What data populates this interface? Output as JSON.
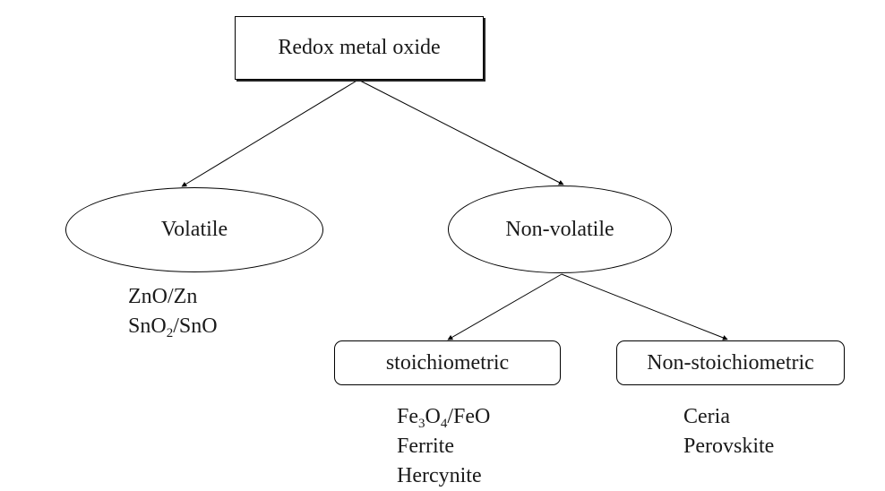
{
  "root": {
    "label": "Redox metal oxide"
  },
  "branches": [
    {
      "label": "Volatile",
      "examples": [
        [
          {
            "t": "ZnO/Zn"
          }
        ],
        [
          {
            "t": "SnO"
          },
          {
            "t": "2",
            "sub": true
          },
          {
            "t": "/SnO"
          }
        ]
      ]
    },
    {
      "label": "Non-volatile"
    }
  ],
  "sub_branches": [
    {
      "label": "stoichiometric",
      "examples": [
        [
          {
            "t": "Fe"
          },
          {
            "t": "3",
            "sub": true
          },
          {
            "t": "O"
          },
          {
            "t": "4",
            "sub": true
          },
          {
            "t": "/FeO"
          }
        ],
        [
          {
            "t": "Ferrite"
          }
        ],
        [
          {
            "t": "Hercynite"
          }
        ]
      ]
    },
    {
      "label": "Non-stoichiometric",
      "examples": [
        [
          {
            "t": "Ceria"
          }
        ],
        [
          {
            "t": "Perovskite"
          }
        ]
      ]
    }
  ],
  "colors": {
    "line": "#000000",
    "text": "#1a1a1a",
    "background": "#ffffff"
  }
}
